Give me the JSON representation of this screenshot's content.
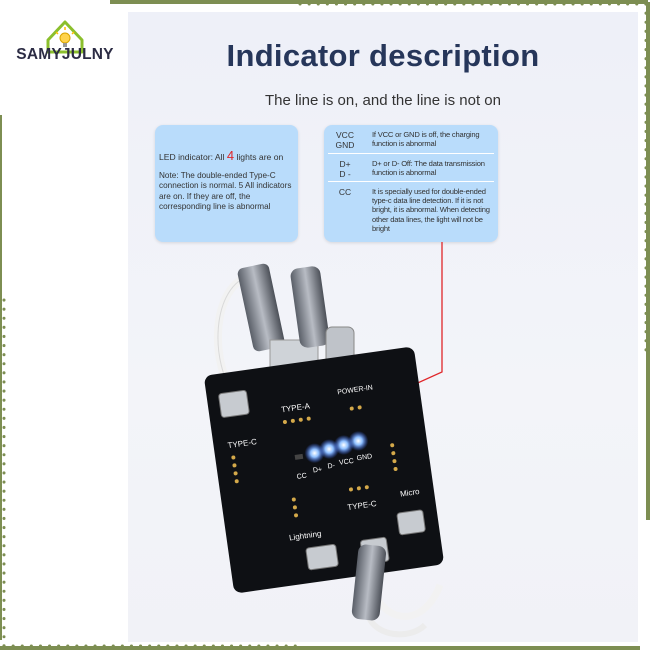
{
  "brand": {
    "name": "SAMYJULNY"
  },
  "header": {
    "title": "Indicator description",
    "subtitle": "The line is on, and the line is not on"
  },
  "left_box": {
    "led_prefix": "LED indicator: All",
    "led_count": "4",
    "led_suffix": "lights are on",
    "note": "Note: The double-ended Type-C connection is normal. 5 All indicators are on. If they are off, the corresponding line is abnormal"
  },
  "right_box": {
    "rows": [
      {
        "key": "VCC\nGND",
        "value": "If VCC or GND is off, the charging function is abnormal"
      },
      {
        "key": "D+\nD -",
        "value": "D+ or D- Off: The data transmission function is abnormal"
      },
      {
        "key": "CC",
        "value": "It is specially used for double-ended type-c data line detection. If it is not bright, it is abnormal. When detecting other data lines, the light will not be bright"
      }
    ]
  },
  "board": {
    "labels": {
      "type_c_left": "TYPE-C",
      "type_a": "TYPE-A",
      "power_in": "POWER-IN",
      "lightning": "Lightning",
      "type_c_bottom": "TYPE-C",
      "micro": "Micro",
      "cc": "CC",
      "dplus": "D+",
      "dminus": "D-",
      "vcc": "VCC",
      "gnd": "GND"
    }
  },
  "colors": {
    "frame_green": "#7d8e52",
    "title_navy": "#26365a",
    "box_blue": "#b9dcfb",
    "accent_red": "#e0262a",
    "led_blue": "#6aa8ff"
  }
}
